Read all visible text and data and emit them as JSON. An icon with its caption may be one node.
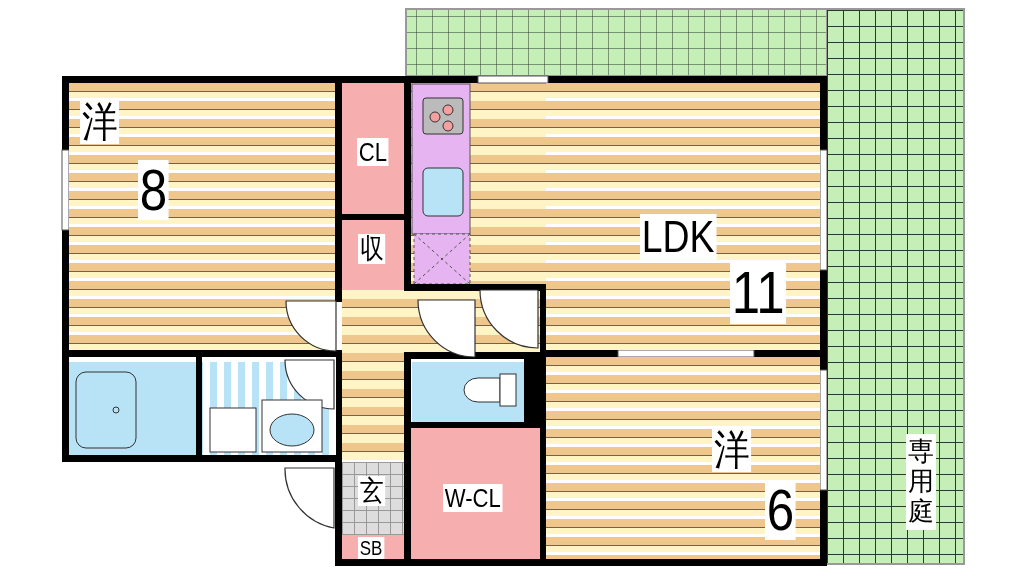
{
  "diagram": {
    "nodes": [
      {
        "text": [
          "洋",
          "8"
        ]
      },
      {
        "text": [
          "CL"
        ]
      },
      {
        "text": [
          "LDK",
          "11"
        ]
      },
      {
        "text": [
          "収"
        ]
      },
      {
        "text": [
          "洋",
          "6"
        ]
      },
      {
        "text": [
          "W-CL"
        ]
      },
      {
        "text": [
          "玄"
        ]
      },
      {
        "text": [
          "SB"
        ]
      },
      {
        "text": [
          "専用庭"
        ]
      }
    ]
  }
}
